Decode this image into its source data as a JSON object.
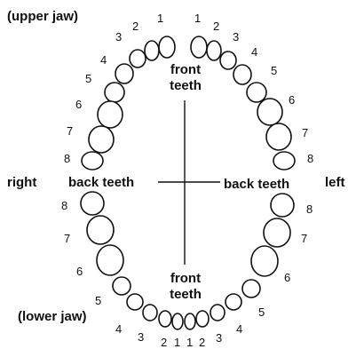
{
  "labels": {
    "upper_jaw": "(upper jaw)",
    "lower_jaw": "(lower jaw)",
    "front_teeth": "front",
    "teeth_word": "teeth",
    "right": "right",
    "left": "left",
    "back_teeth_left": "back teeth",
    "back_teeth_right": "back teeth"
  },
  "tooth_numbers": {
    "upper_right": [
      "1",
      "2",
      "3",
      "4",
      "5",
      "6",
      "7",
      "8"
    ],
    "upper_left": [
      "1",
      "2",
      "3",
      "4",
      "5",
      "6",
      "7",
      "8"
    ],
    "lower_right": [
      "1",
      "2",
      "3",
      "4",
      "5",
      "6",
      "7",
      "8"
    ],
    "lower_left": [
      "1",
      "2",
      "3",
      "4",
      "5",
      "6",
      "7",
      "8"
    ]
  }
}
